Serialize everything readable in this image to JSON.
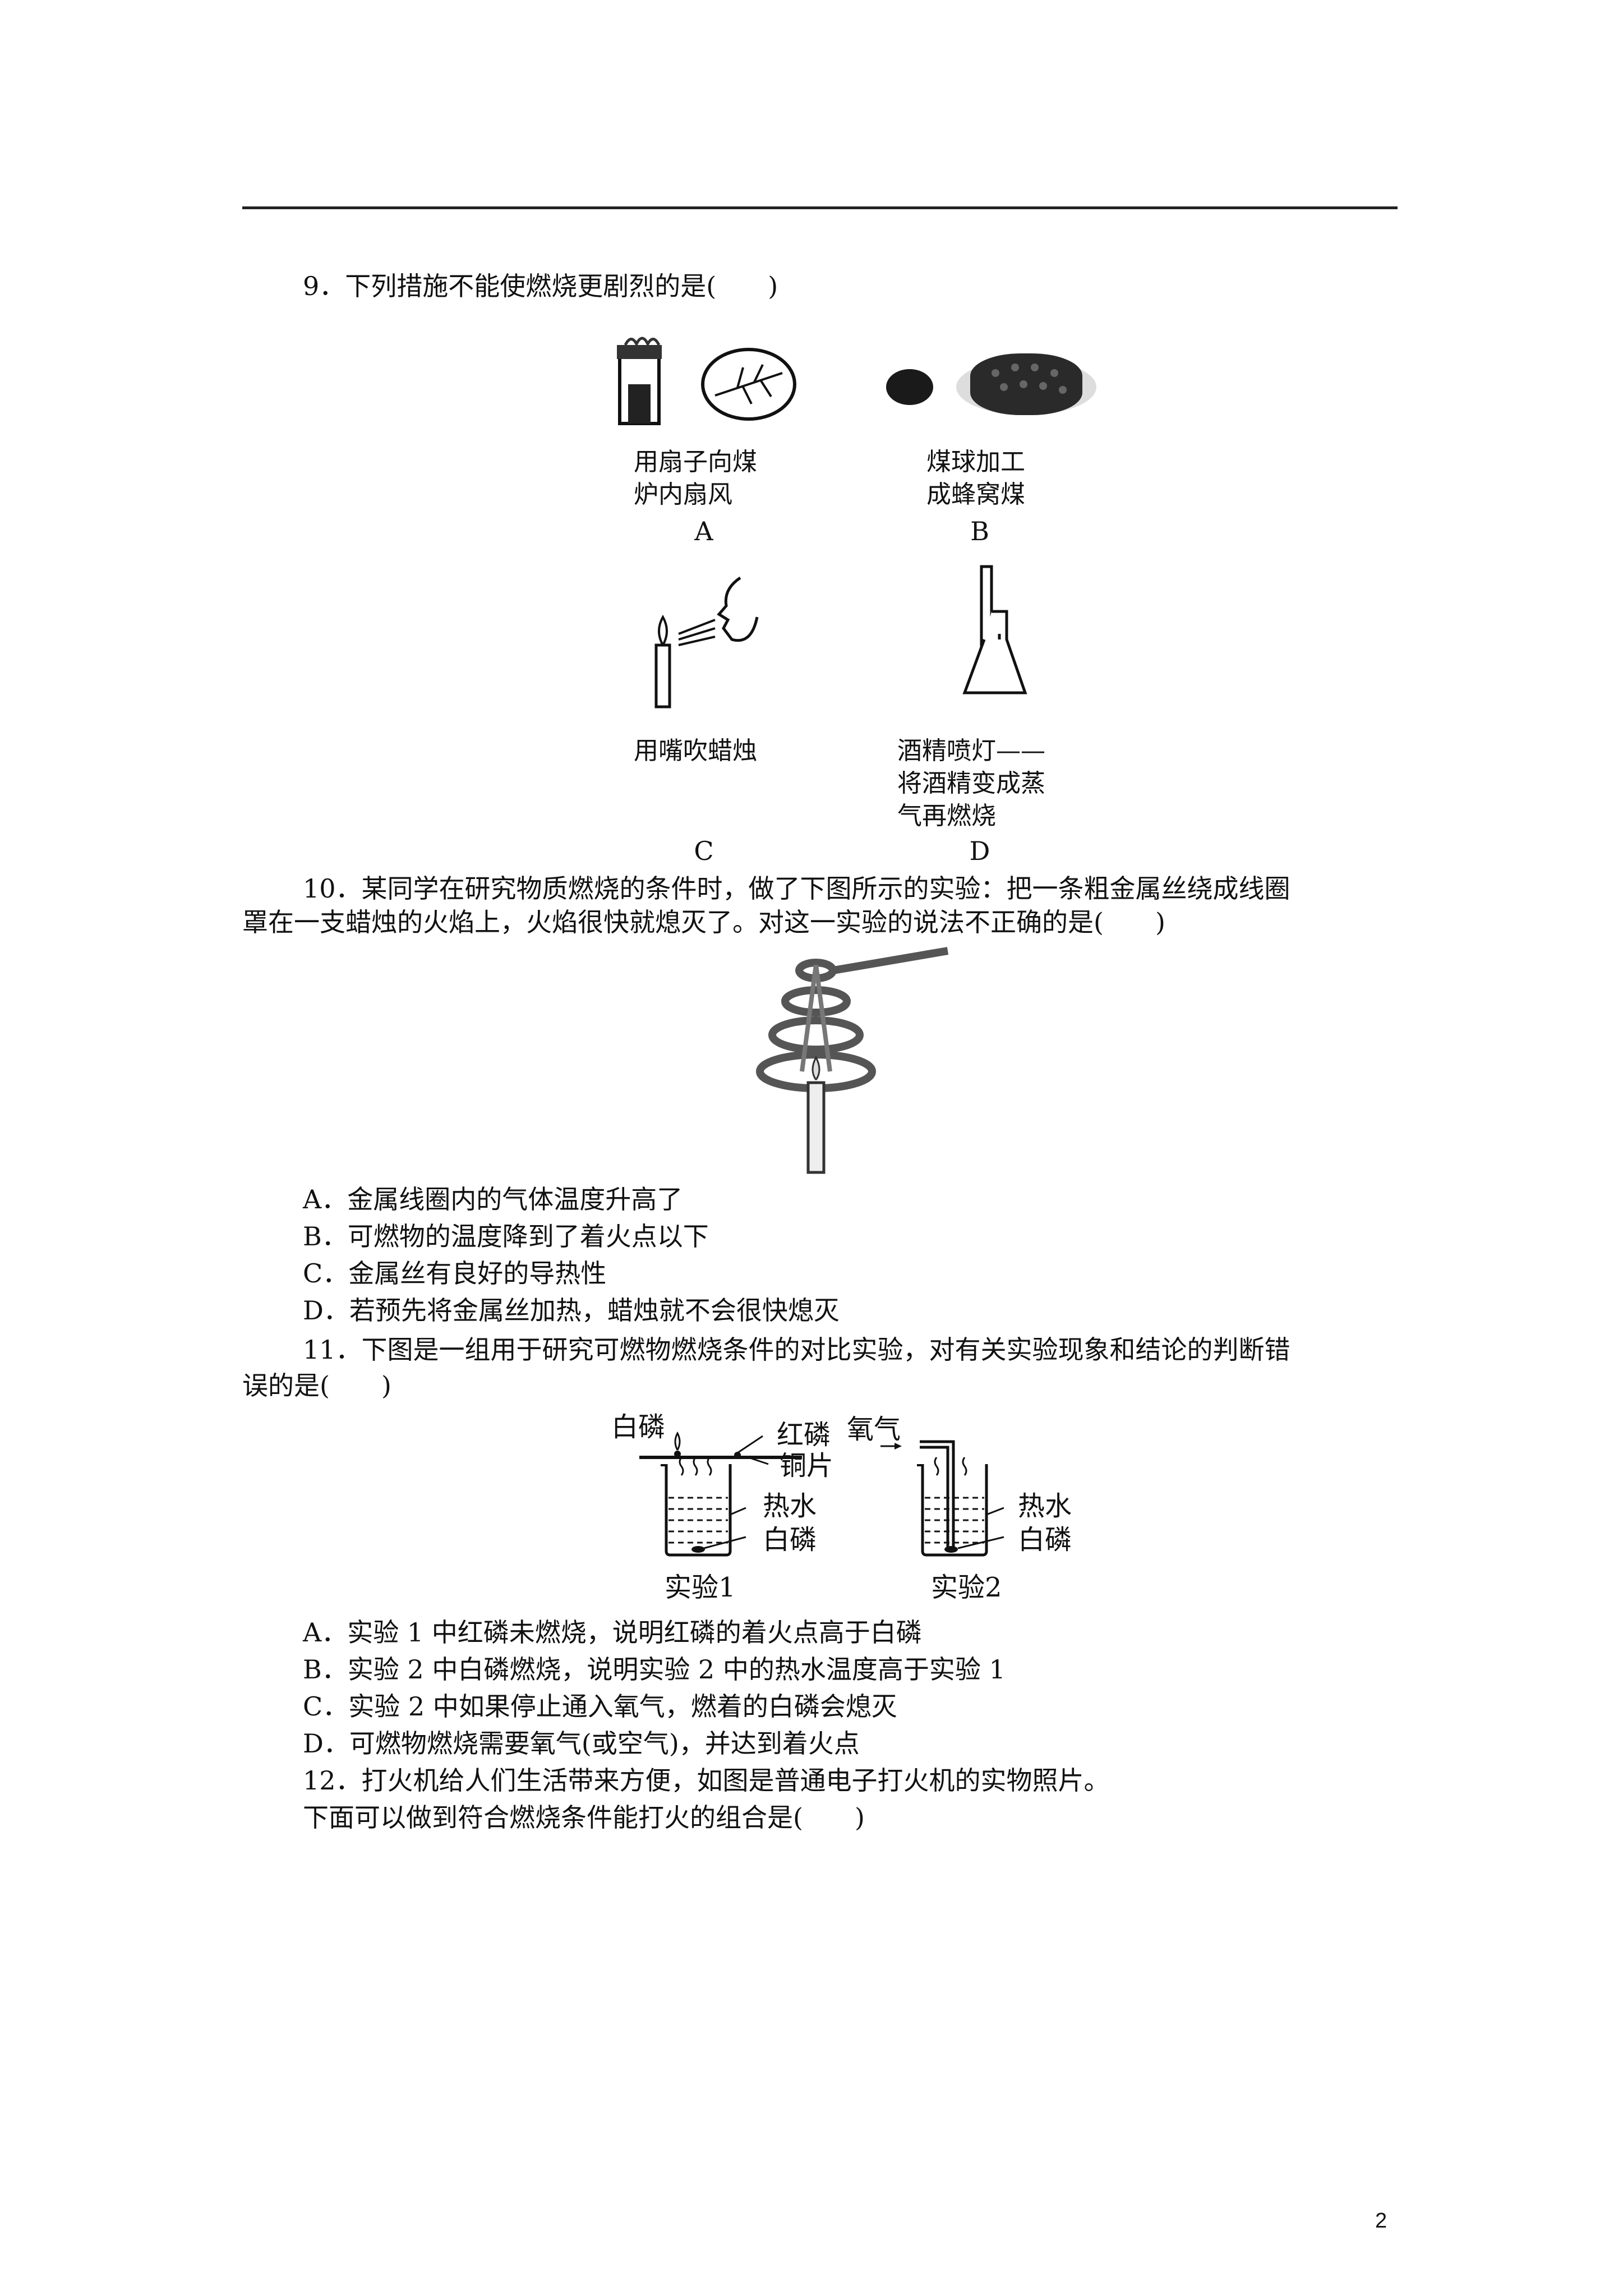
{
  "q9": {
    "stem": "9．下列措施不能使燃烧更剧烈的是(　　)",
    "options": [
      {
        "caption": "用扇子向煤\n炉内扇风",
        "letter": "A"
      },
      {
        "caption": "煤球加工\n成蜂窝煤",
        "letter": "B"
      },
      {
        "caption": "用嘴吹蜡烛",
        "letter": "C"
      },
      {
        "caption": "酒精喷灯——\n将酒精变成蒸\n气再燃烧",
        "letter": "D"
      }
    ]
  },
  "q10": {
    "stem_line1": "10．某同学在研究物质燃烧的条件时，做了下图所示的实验：把一条粗金属丝绕成线圈",
    "stem_line2": "罩在一支蜡烛的火焰上，火焰很快就熄灭了。对这一实验的说法不正确的是(　　)",
    "options": [
      "A．金属线圈内的气体温度升高了",
      "B．可燃物的温度降到了着火点以下",
      "C．金属丝有良好的导热性",
      "D．若预先将金属丝加热，蜡烛就不会很快熄灭"
    ]
  },
  "q11": {
    "stem_line1": "11．下图是一组用于研究可燃物燃烧条件的对比实验，对有关实验现象和结论的判断错",
    "stem_line2": "误的是(　　)",
    "figure": {
      "white_p": "白磷",
      "red_p": "红磷",
      "copper": "铜片",
      "oxygen": "氧气",
      "hot_water_1": "热水",
      "white_p_1": "白磷",
      "hot_water_2": "热水",
      "white_p_2": "白磷",
      "exp1": "实验1",
      "exp2": "实验2"
    },
    "options": [
      "A．实验 1 中红磷未燃烧，说明红磷的着火点高于白磷",
      "B．实验 2 中白磷燃烧，说明实验 2 中的热水温度高于实验 1",
      "C．实验 2 中如果停止通入氧气，燃着的白磷会熄灭",
      "D．可燃物燃烧需要氧气(或空气)，并达到着火点"
    ]
  },
  "q12": {
    "line1": "12．打火机给人们生活带来方便，如图是普通电子打火机的实物照片。",
    "line2": "下面可以做到符合燃烧条件能打火的组合是(　　)"
  },
  "page_number": "2"
}
